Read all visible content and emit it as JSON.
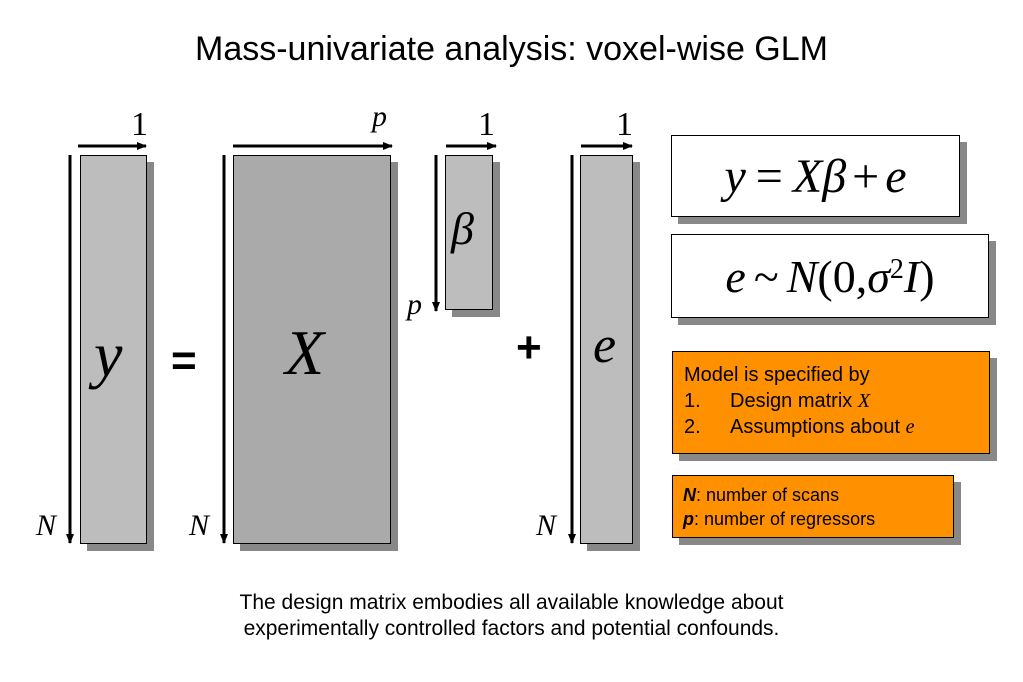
{
  "title": "Mass-univariate analysis: voxel-wise GLM",
  "matrices": {
    "y": {
      "symbol": "y",
      "cols_label": "1",
      "rows_label": "N"
    },
    "X": {
      "symbol": "X",
      "cols_label": "p",
      "rows_label": "N"
    },
    "beta": {
      "symbol": "β",
      "cols_label": "1",
      "rows_label": "p"
    },
    "e": {
      "symbol": "e",
      "cols_label": "1",
      "rows_label": "N"
    }
  },
  "operators": {
    "equals": "=",
    "plus": "+"
  },
  "equations": {
    "model": {
      "y": "y",
      "eq": "=",
      "X": "X",
      "beta": "β",
      "plus": "+",
      "e": "e"
    },
    "error": {
      "e": "e",
      "tilde": "~",
      "N": "N",
      "open": "(0,",
      "sigma": "σ",
      "exp": "2",
      "I": "I",
      "close": ")"
    }
  },
  "model_box": {
    "heading": "Model is specified by",
    "items": [
      {
        "num": "1.",
        "text": "Design matrix ",
        "symbol": "X"
      },
      {
        "num": "2.",
        "text": "Assumptions about ",
        "symbol": "e"
      }
    ]
  },
  "legend_box": {
    "items": [
      {
        "symbol": "N",
        "text": ": number of scans"
      },
      {
        "symbol": "p",
        "text": ": number of regressors"
      }
    ]
  },
  "caption": {
    "line1": "The design matrix embodies all available knowledge about",
    "line2": "experimentally controlled factors and potential confounds."
  },
  "colors": {
    "matrix_fill": "#bdbdbd",
    "shadow": "#888888",
    "orange": "#ff9000"
  }
}
